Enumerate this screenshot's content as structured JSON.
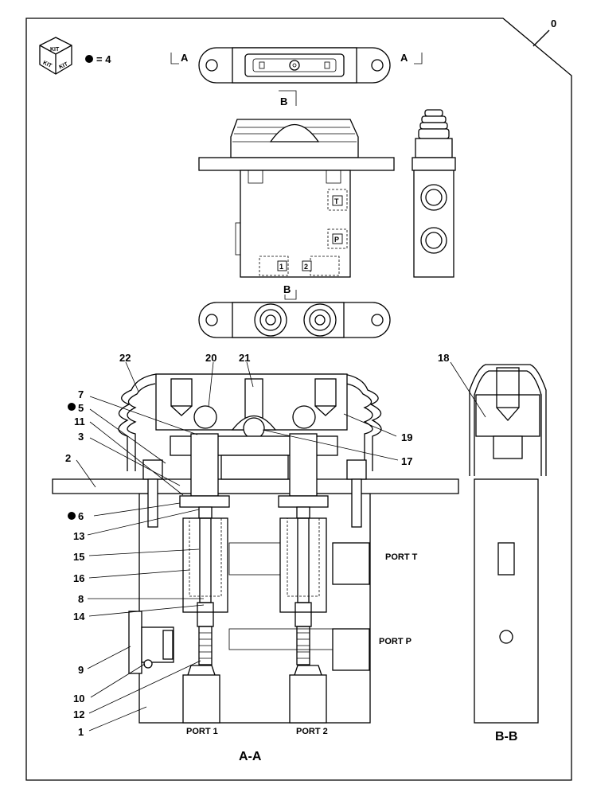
{
  "sheet": {
    "number": "0"
  },
  "kit": {
    "icon_top": "KIT",
    "icon_left": "KIT",
    "icon_right": "KIT",
    "kit_count": "= 4"
  },
  "section_marks": {
    "a_left": "A",
    "a_right": "A",
    "b_top": "B",
    "b_bottom": "B"
  },
  "side_ports": {
    "t": "T",
    "p": "P",
    "one": "1",
    "two": "2"
  },
  "views": {
    "section_aa": "A-A",
    "section_bb": "B-B"
  },
  "ports": {
    "port_t": "PORT T",
    "port_p": "PORT P",
    "port_1": "PORT 1",
    "port_2": "PORT 2"
  },
  "callouts": {
    "c1": "1",
    "c2": "2",
    "c3": "3",
    "c5": "5",
    "c6": "6",
    "c7": "7",
    "c8": "8",
    "c9": "9",
    "c10": "10",
    "c11": "11",
    "c12": "12",
    "c13": "13",
    "c14": "14",
    "c15": "15",
    "c16": "16",
    "c17": "17",
    "c18": "18",
    "c19": "19",
    "c20": "20",
    "c21": "21",
    "c22": "22"
  },
  "kit_marked_parts": [
    "5",
    "6"
  ]
}
